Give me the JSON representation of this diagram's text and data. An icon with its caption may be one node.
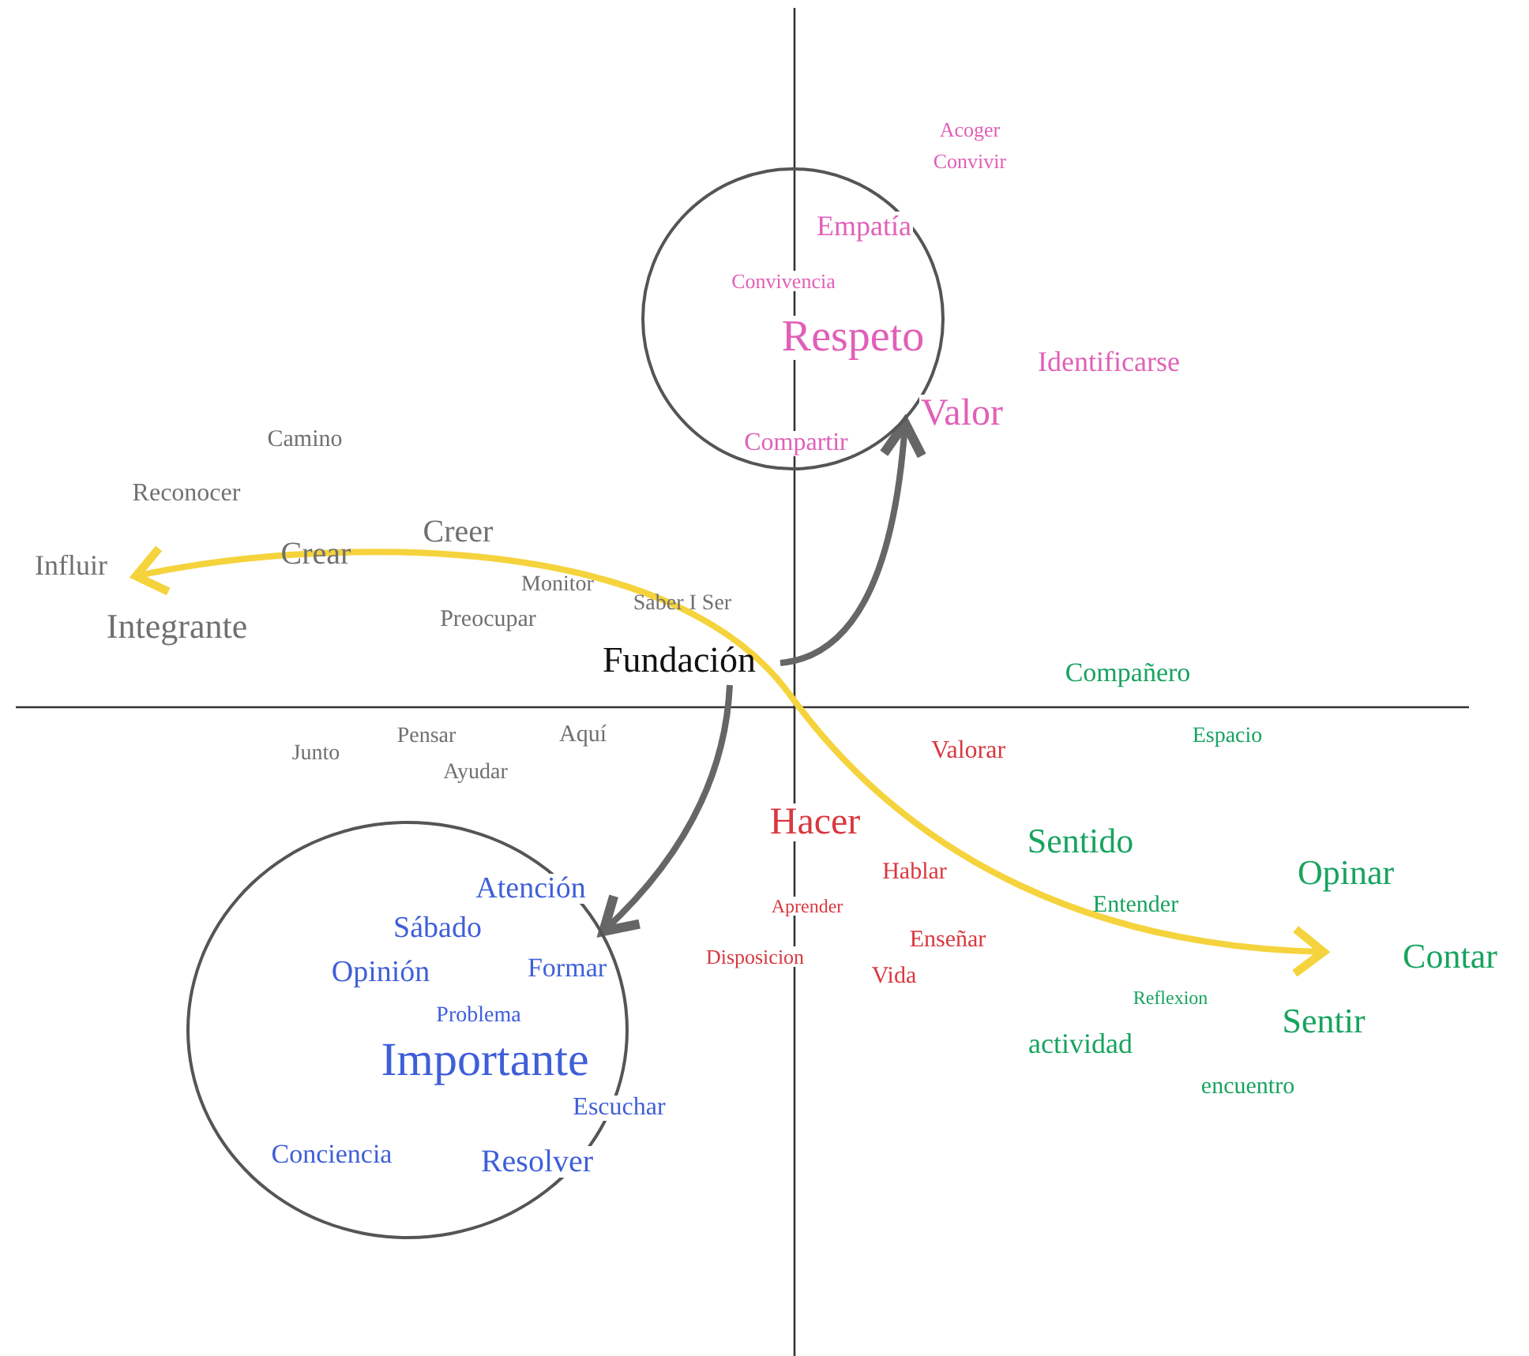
{
  "diagram": {
    "nodes": [
      {
        "text": [
          "Fundación"
        ]
      },
      {
        "text": [
          "Acoger",
          "Convivir",
          "Empatía",
          "Convivencia",
          "Respeto",
          "Identificarse",
          "Valor",
          "Compartir"
        ]
      },
      {
        "text": [
          "Atención",
          "Sábado",
          "Opinión",
          "Formar",
          "Problema",
          "Importante",
          "Escuchar",
          "Conciencia",
          "Resolver"
        ]
      }
    ],
    "edges": [
      {
        "from": 0,
        "to": 1,
        "arrow": "to"
      },
      {
        "from": 0,
        "to": 2,
        "arrow": "to"
      }
    ],
    "labels": [
      "Camino",
      "Reconocer",
      "Creer",
      "Crear",
      "Influir",
      "Monitor",
      "Saber I Ser",
      "Preocupar",
      "Integrante",
      "Compañero",
      "Junto",
      "Pensar",
      "Aquí",
      "Valorar",
      "Espacio",
      "Ayudar",
      "Hacer",
      "Sentido",
      "Hablar",
      "Opinar",
      "Aprender",
      "Entender",
      "Enseñar",
      "Contar",
      "Disposicion",
      "Vida",
      "Reflexion",
      "Sentir",
      "actividad",
      "encuentro"
    ]
  }
}
